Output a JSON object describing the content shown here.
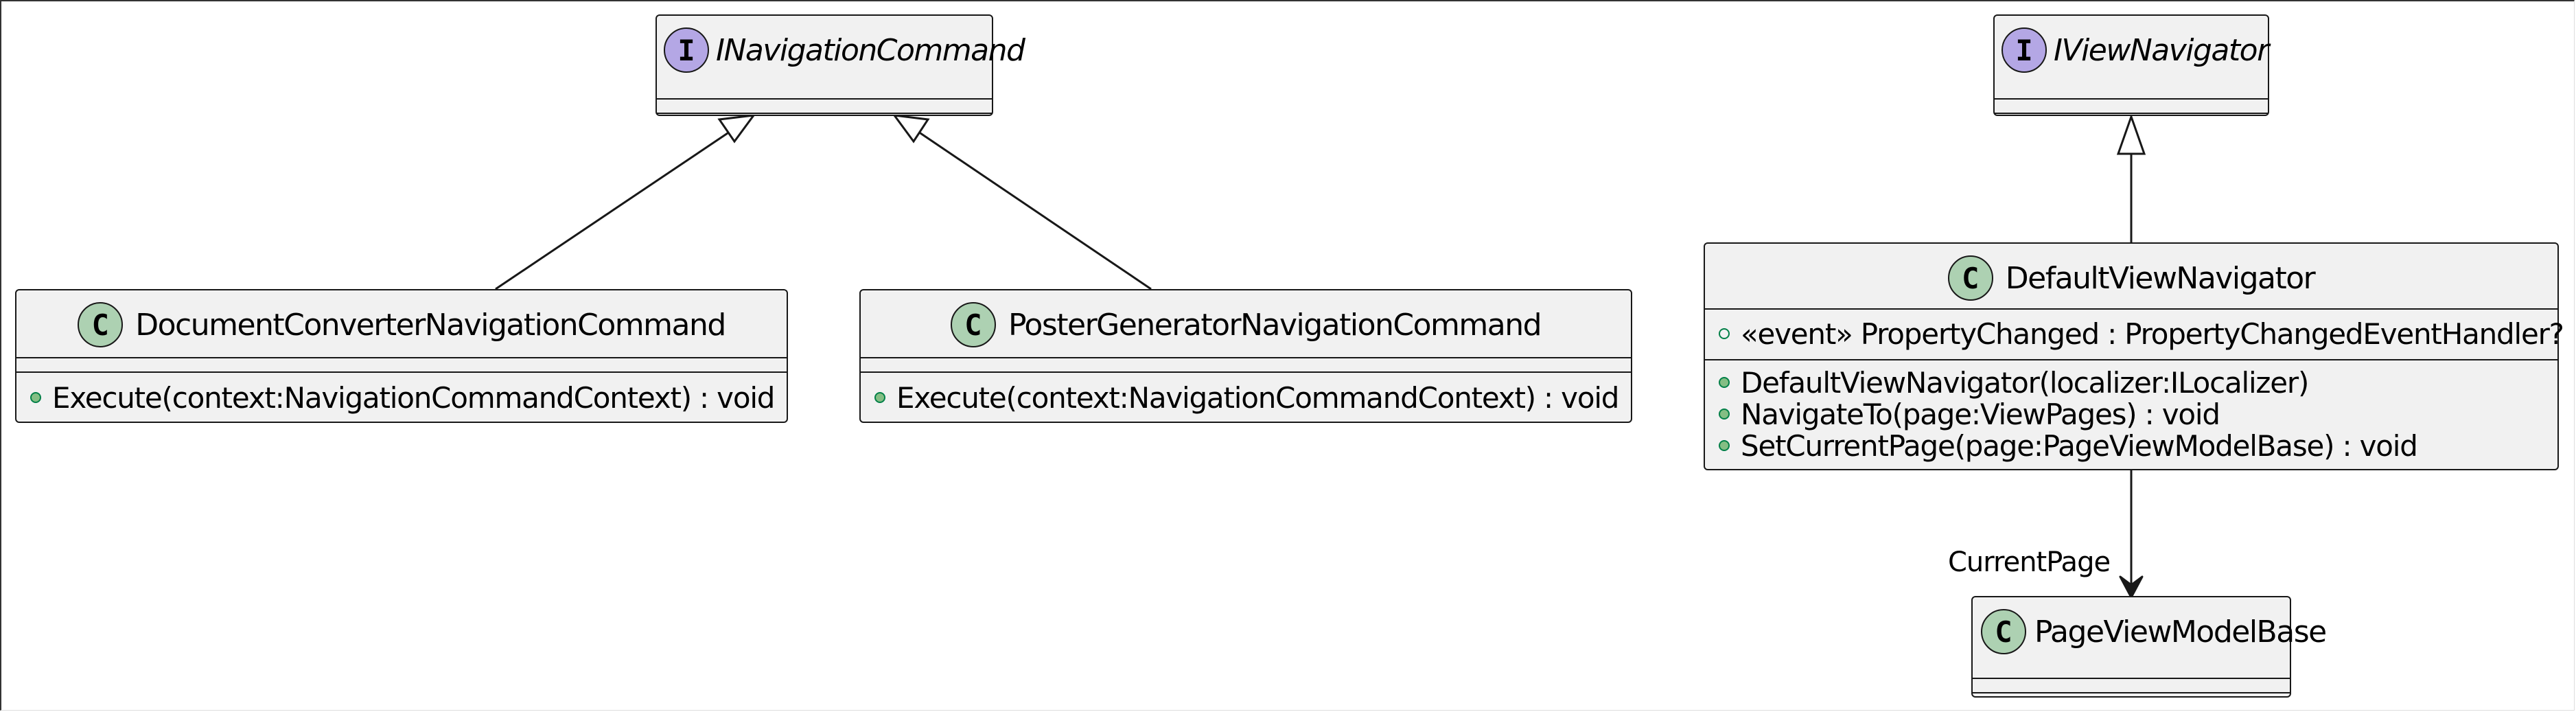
{
  "diagram": {
    "interfaces": {
      "navigation_command": {
        "stereotype": "I",
        "name": "INavigationCommand"
      },
      "view_navigator": {
        "stereotype": "I",
        "name": "IViewNavigator"
      }
    },
    "classes": {
      "document_converter": {
        "stereotype": "C",
        "name": "DocumentConverterNavigationCommand",
        "methods": [
          "Execute(context:NavigationCommandContext) : void"
        ]
      },
      "poster_generator": {
        "stereotype": "C",
        "name": "PosterGeneratorNavigationCommand",
        "methods": [
          "Execute(context:NavigationCommandContext) : void"
        ]
      },
      "default_view_navigator": {
        "stereotype": "C",
        "name": "DefaultViewNavigator",
        "fields": [
          "«event» PropertyChanged : PropertyChangedEventHandler?"
        ],
        "methods": [
          "DefaultViewNavigator(localizer:ILocalizer)",
          "NavigateTo(page:ViewPages) : void",
          "SetCurrentPage(page:PageViewModelBase) : void"
        ]
      },
      "page_view_model_base": {
        "stereotype": "C",
        "name": "PageViewModelBase"
      }
    },
    "associations": {
      "current_page": {
        "label": "CurrentPage"
      }
    }
  },
  "colors": {
    "class_badge": "#add1b2",
    "interface_badge": "#b4a7e5",
    "box_fill": "#f1f1f1",
    "line": "#181818",
    "public_method": "#84be84"
  }
}
